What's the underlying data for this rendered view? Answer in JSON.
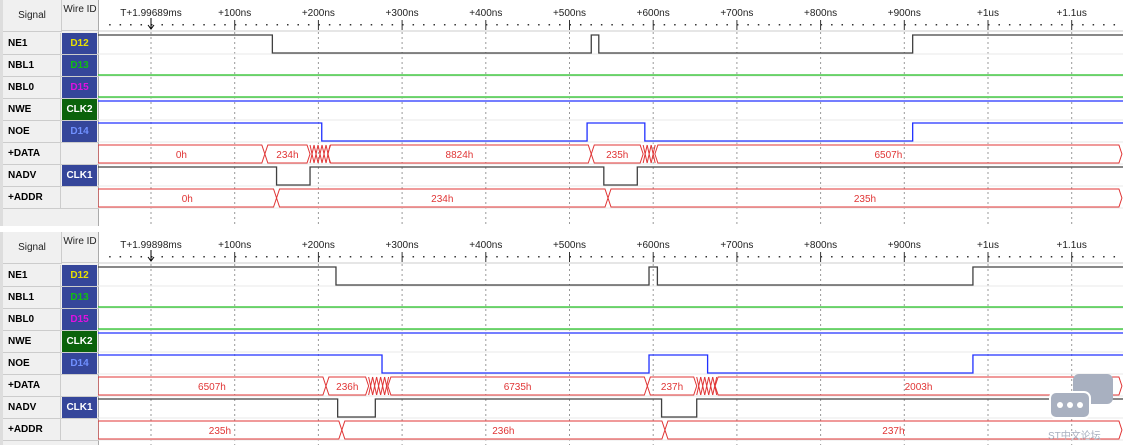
{
  "header": {
    "signal": "Signal",
    "wire_id": "Wire ID"
  },
  "signals": [
    {
      "name": "NE1",
      "wire": "D12",
      "wire_color": "#e8e000",
      "wire_bg": "#35469a",
      "trace_color": "#404040",
      "type": "bit"
    },
    {
      "name": "NBL1",
      "wire": "D13",
      "wire_color": "#10c010",
      "wire_bg": "#35469a",
      "trace_color": "#20c020",
      "type": "bit"
    },
    {
      "name": "NBL0",
      "wire": "D15",
      "wire_color": "#e010e0",
      "wire_bg": "#35469a",
      "trace_color": "#20c020",
      "type": "bit"
    },
    {
      "name": "NWE",
      "wire": "CLK2",
      "wire_color": "#ffffff",
      "wire_bg": "#0b620b",
      "trace_color": "#2030ff",
      "type": "bit"
    },
    {
      "name": "NOE",
      "wire": "D14",
      "wire_color": "#7090ff",
      "wire_bg": "#35469a",
      "trace_color": "#2030ff",
      "type": "bit"
    },
    {
      "name": "+DATA",
      "wire": "",
      "wire_color": "#000",
      "wire_bg": "transparent",
      "trace_color": "#e03535",
      "type": "bus"
    },
    {
      "name": "NADV",
      "wire": "CLK1",
      "wire_color": "#ffffff",
      "wire_bg": "#35469a",
      "trace_color": "#404040",
      "type": "bit"
    },
    {
      "name": "+ADDR",
      "wire": "",
      "wire_color": "#000",
      "wire_bg": "transparent",
      "trace_color": "#e03535",
      "type": "bus"
    }
  ],
  "axis_ticks": [
    "+100ns",
    "+200ns",
    "+300ns",
    "+400ns",
    "+500ns",
    "+600ns",
    "+700ns",
    "+800ns",
    "+900ns",
    "+1us",
    "+1.1us"
  ],
  "panels": [
    {
      "marker": "T+1.99689ms",
      "waves": [
        {
          "init": 1,
          "edges": [
            145,
            526,
            535,
            910
          ]
        },
        {
          "init": 0,
          "edges": []
        },
        {
          "init": 0,
          "edges": []
        },
        {
          "init": 1,
          "edges": []
        },
        {
          "init": 1,
          "edges": [
            204,
            521,
            590,
            910
          ]
        },
        {
          "segments": [
            {
              "v": "0h",
              "end": 136
            },
            {
              "v": "234h",
              "end": 190
            },
            {
              "v": "",
              "end": 211
            },
            {
              "v": "8824h",
              "end": 526
            },
            {
              "v": "235h",
              "end": 588
            },
            {
              "v": "",
              "end": 602
            },
            {
              "v": "6507h",
              "end": 1160
            }
          ]
        },
        {
          "init": 1,
          "edges": [
            150,
            190,
            541,
            581
          ]
        },
        {
          "segments": [
            {
              "v": "0h",
              "end": 150
            },
            {
              "v": "234h",
              "end": 546
            },
            {
              "v": "235h",
              "end": 1160
            }
          ]
        }
      ]
    },
    {
      "marker": "T+1.99898ms",
      "waves": [
        {
          "init": 1,
          "edges": [
            221,
            595,
            605,
            982
          ]
        },
        {
          "init": 0,
          "edges": []
        },
        {
          "init": 0,
          "edges": []
        },
        {
          "init": 1,
          "edges": []
        },
        {
          "init": 1,
          "edges": [
            276,
            595,
            665,
            982
          ]
        },
        {
          "segments": [
            {
              "v": "6507h",
              "end": 209
            },
            {
              "v": "236h",
              "end": 260
            },
            {
              "v": "",
              "end": 283
            },
            {
              "v": "6735h",
              "end": 593
            },
            {
              "v": "237h",
              "end": 652
            },
            {
              "v": "",
              "end": 674
            },
            {
              "v": "2003h",
              "end": 1160
            }
          ]
        },
        {
          "init": 1,
          "edges": [
            223,
            268,
            610,
            652
          ]
        },
        {
          "segments": [
            {
              "v": "235h",
              "end": 228
            },
            {
              "v": "236h",
              "end": 614
            },
            {
              "v": "237h",
              "end": 1160
            }
          ]
        }
      ]
    }
  ],
  "watermark": "ST中文论坛"
}
